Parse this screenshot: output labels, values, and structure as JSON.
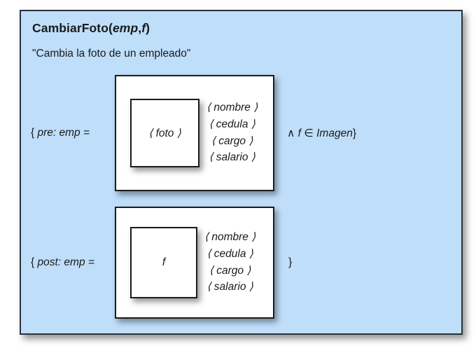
{
  "panel": {
    "background_color": "#bfdefa",
    "border_color": "#2b323c"
  },
  "operation": {
    "name": "CambiarFoto",
    "paren_open": "(",
    "param1": "emp",
    "comma": ",",
    "param2": "f",
    "paren_close": ")",
    "description": "\"Cambia la foto de un empleado\""
  },
  "conditions": {
    "pre": {
      "label_open_brace": "{",
      "label_text": "pre: emp =",
      "photo_slot_value": "⟨ foto ⟩",
      "fields": [
        "⟨ nombre ⟩",
        "⟨ cedula ⟩",
        "⟨ cargo ⟩",
        "⟨ salario ⟩"
      ],
      "clause_operator_and": "∧",
      "clause_variable": "f",
      "clause_operator_in": "∈",
      "clause_set": "Imagen",
      "clause_close_brace": "}"
    },
    "post": {
      "label_open_brace": "{",
      "label_text": "post: emp =",
      "photo_slot_value": "f",
      "fields": [
        "⟨ nombre ⟩",
        "⟨ cedula ⟩",
        "⟨ cargo ⟩",
        "⟨ salario ⟩"
      ],
      "close_brace": "}"
    }
  }
}
